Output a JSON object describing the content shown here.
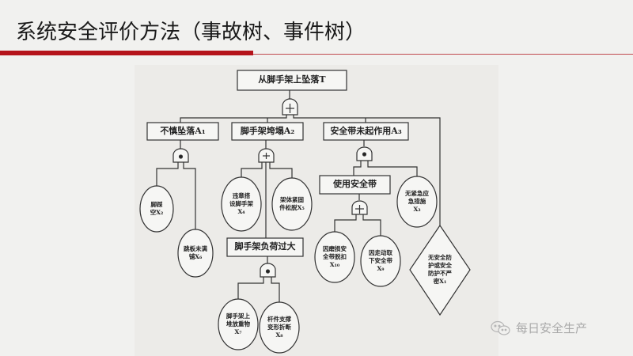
{
  "slide": {
    "title": "系统安全评价方法（事故树、事件树）"
  },
  "colors": {
    "accent": "#b5141b",
    "line": "#333333"
  },
  "tree": {
    "top_event": "从脚手架上坠落T",
    "top_gate": "+",
    "intermediate": [
      {
        "label": "不慎坠落A₁",
        "gate": "•"
      },
      {
        "label": "脚手架垮塌A₂",
        "gate": "+"
      },
      {
        "label": "安全带未起作用A₃",
        "gate": "•"
      }
    ],
    "sub_events": {
      "overload": {
        "label": "脚手架负荷过大",
        "gate": "•"
      },
      "use_belt": {
        "label": "使用安全带",
        "gate": "+"
      }
    },
    "basic_events": {
      "x2": "脚踩\n空X₂",
      "x6": "跳板未满\n铺X₆",
      "x4": "违章搭\n设脚手架\nX₄",
      "x5": "架体紧固\n件松脱X₅",
      "x7": "脚手架上\n堆放重物\nX₇",
      "x8": "杆件支撑\n变形折断\nX₈",
      "x10": "因磨损安\n全带脱扣\nX₁₀",
      "x9": "因走动取\n下安全带\nX₉",
      "x3": "无紧急应\n急措施\nX₃",
      "x1": "无安全防\n护或安全\n防护不严\n密X₁"
    }
  },
  "watermark": {
    "text": "每日安全生产",
    "icon": "wechat-icon"
  }
}
